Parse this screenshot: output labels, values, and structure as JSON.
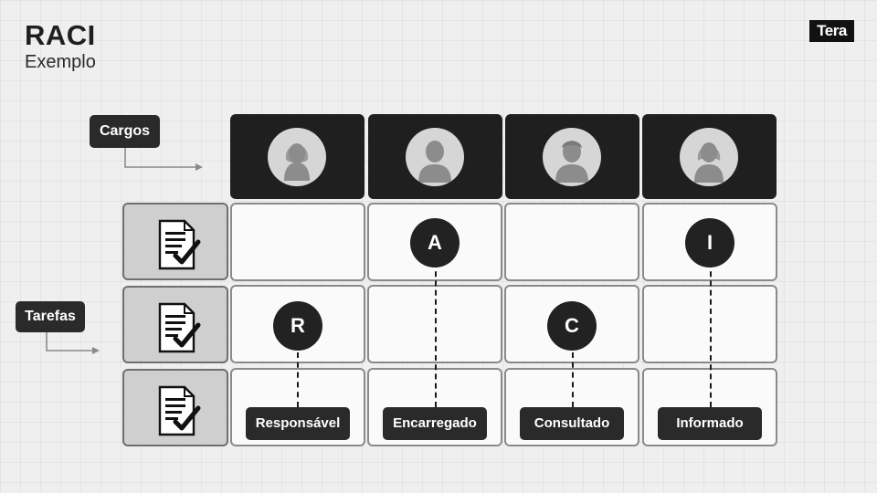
{
  "header": {
    "title": "RACI",
    "subtitle": "Exemplo",
    "logo": "Tera"
  },
  "side_tags": {
    "roles": "Cargos",
    "tasks": "Tarefas"
  },
  "role_icons": [
    "person-female-icon",
    "person-male-icon",
    "person-male-icon",
    "person-female-icon"
  ],
  "task_icon": "document-check-icon",
  "matrix": {
    "letters": {
      "A": "A",
      "I": "I",
      "R": "R",
      "C": "C"
    },
    "labels": [
      "Responsável",
      "Encarregado",
      "Consultado",
      "Informado"
    ]
  },
  "colors": {
    "background": "#efefef",
    "dark": "#222222",
    "header_cell": "#1f1f1f",
    "avatar_bg": "#d6d6d6",
    "task_cell": "#cfcfcf"
  }
}
